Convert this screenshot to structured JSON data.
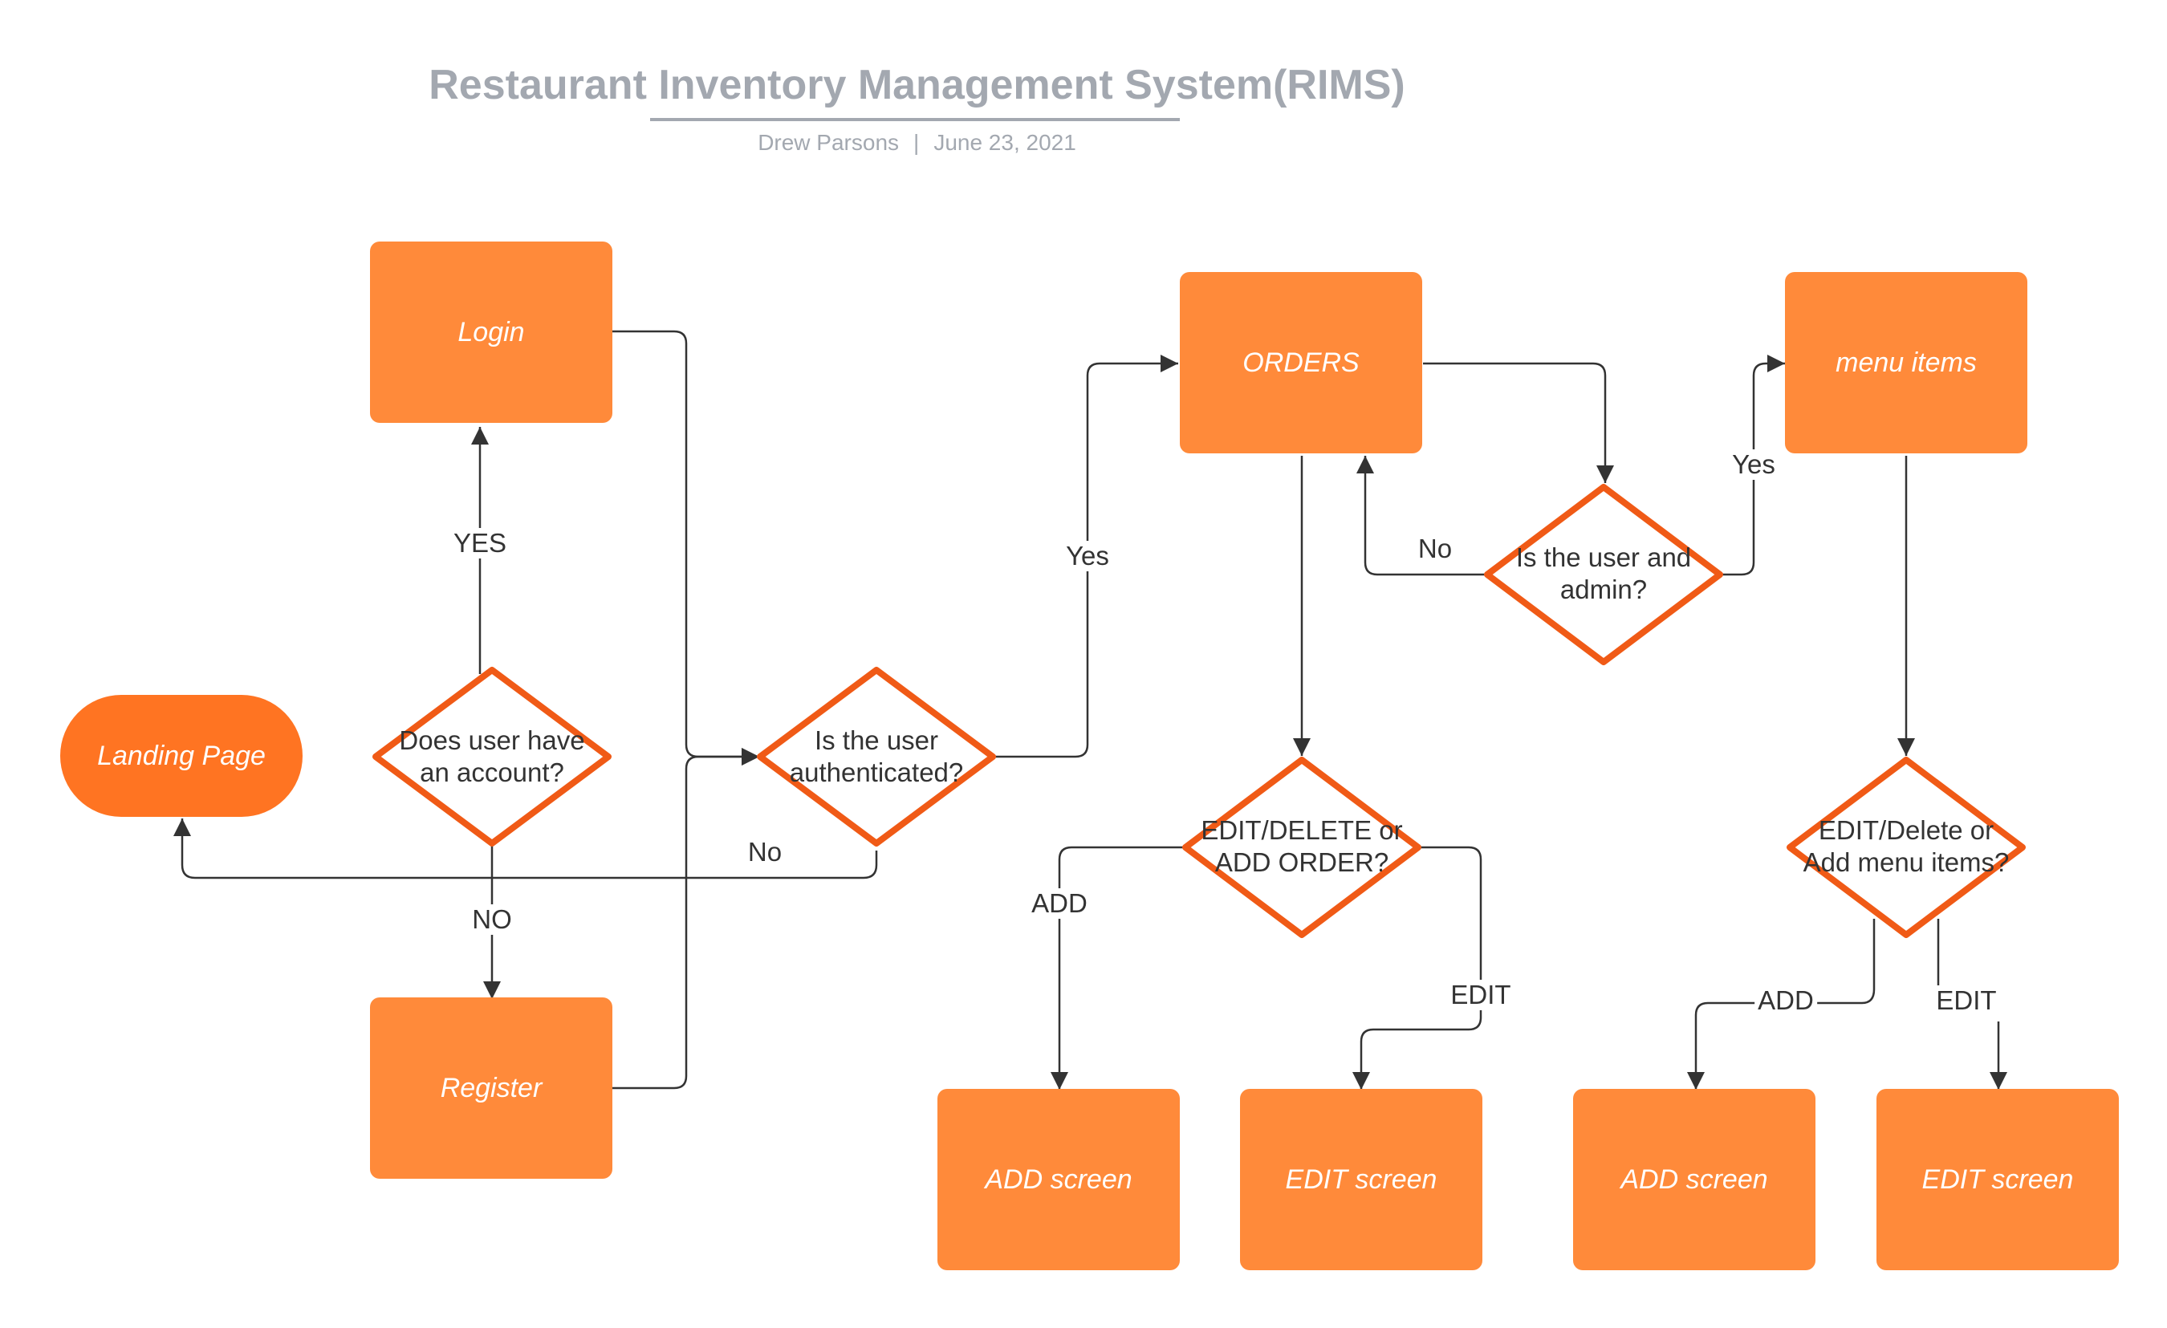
{
  "header": {
    "title": "Restaurant Inventory Management System(RIMS)",
    "author": "Drew Parsons",
    "separator": "|",
    "date": "June 23, 2021"
  },
  "nodes": {
    "landing": "Landing Page",
    "login": "Login",
    "register": "Register",
    "has_account": "Does user have an account?",
    "authenticated": "Is the user authenticated?",
    "orders": "ORDERS",
    "is_admin": "Is the user and admin?",
    "menu_items": "menu items",
    "order_action": "EDIT/DELETE or ADD ORDER?",
    "menu_action": "EDIT/Delete or Add  menu items?",
    "order_add_screen": "ADD  screen",
    "order_edit_screen": "EDIT screen",
    "menu_add_screen": "ADD  screen",
    "menu_edit_screen": "EDIT screen"
  },
  "edge_labels": {
    "yes_login": "YES",
    "no_register": "NO",
    "no_landing": "No",
    "yes_orders": "Yes",
    "no_orders": "No",
    "yes_menu": "Yes",
    "order_add": "ADD",
    "order_edit": "EDIT",
    "menu_add": "ADD",
    "menu_edit": "EDIT"
  },
  "colors": {
    "box_fill": "#ff8a3a",
    "pill_fill": "#ff7422",
    "diamond_stroke": "#f05a16",
    "line": "#333333",
    "title_gray": "#a3a8b0"
  }
}
